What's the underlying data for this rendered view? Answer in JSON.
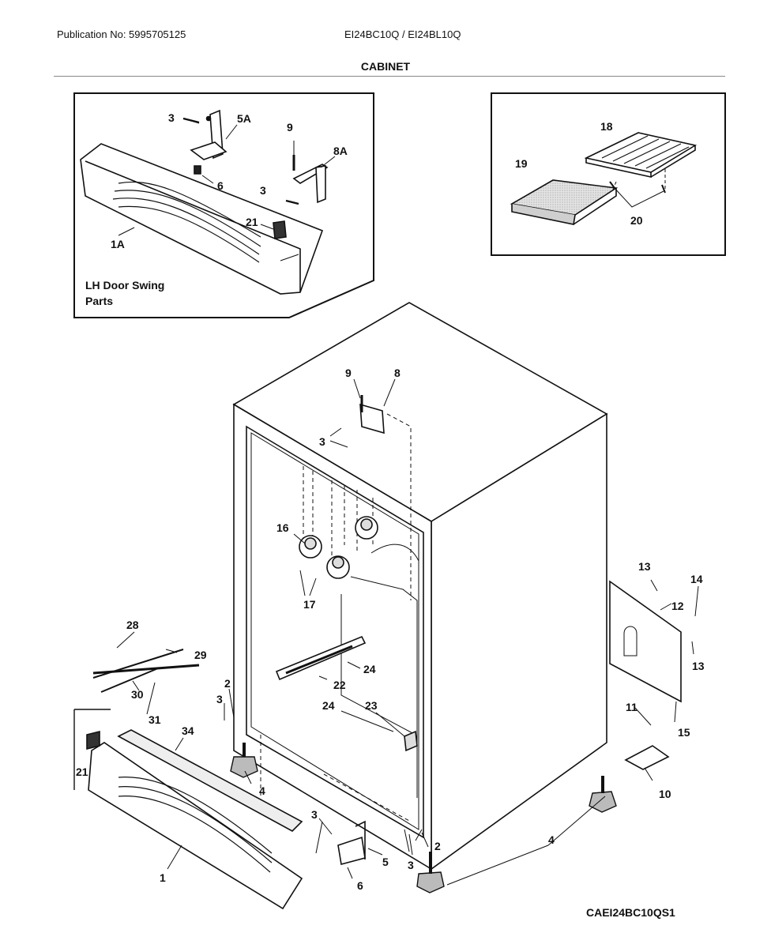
{
  "header": {
    "publication": "Publication No: 5995705125",
    "models": "EI24BC10Q / EI24BL10Q",
    "section_title": "CABINET"
  },
  "inset_left": {
    "caption_line1": "LH Door Swing",
    "caption_line2": "Parts",
    "callouts": [
      "3",
      "5A",
      "9",
      "8A",
      "6",
      "3",
      "21",
      "1A"
    ]
  },
  "inset_right": {
    "callouts": [
      "18",
      "19",
      "20"
    ]
  },
  "main": {
    "callouts": [
      "9",
      "8",
      "3",
      "16",
      "17",
      "13",
      "14",
      "12",
      "13",
      "28",
      "29",
      "30",
      "31",
      "24",
      "22",
      "24",
      "23",
      "2",
      "3",
      "11",
      "15",
      "21",
      "34",
      "4",
      "10",
      "3",
      "2",
      "5",
      "3",
      "4",
      "1",
      "6"
    ]
  },
  "diagram_code": "CAEI24BC10QS1",
  "colors": {
    "line": "#111111",
    "shade": "#cfcfcf",
    "rule": "#888888"
  }
}
